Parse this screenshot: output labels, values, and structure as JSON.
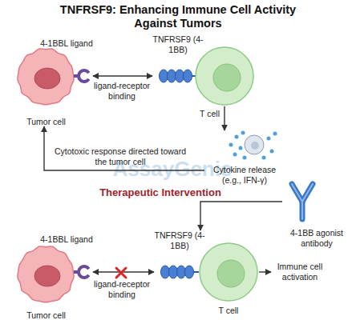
{
  "diagram": {
    "title": "TNFRSF9: Enhancing Immune Cell Activity Against Tumors",
    "nodes": [
      {
        "text": [
          "Tumor cell"
        ]
      },
      {
        "text": [
          "4-1BBL ligand"
        ]
      },
      {
        "text": [
          "TNFRSF9 (4-1BB)"
        ]
      },
      {
        "text": [
          "T cell"
        ]
      },
      {
        "text": [
          "Cytokine release (e.g., IFN-γ)"
        ]
      },
      {
        "text": [
          "4-1BB agonist antibody"
        ]
      },
      {
        "text": [
          "Tumor cell"
        ]
      },
      {
        "text": [
          "4-1BBL ligand"
        ]
      },
      {
        "text": [
          "TNFRSF9 (4-1BB)"
        ]
      },
      {
        "text": [
          "T cell"
        ]
      },
      {
        "text": [
          "Immune cell activation"
        ]
      }
    ],
    "edges": [
      {
        "from": 1,
        "to": 2,
        "label": "ligand-receptor binding",
        "arrow": "both"
      },
      {
        "from": 3,
        "to": 4,
        "arrow": "to"
      },
      {
        "from": 4,
        "to": 0,
        "label": "Cytotoxic response directed toward the tumor cell",
        "arrow": "to"
      },
      {
        "from": 5,
        "to": 8,
        "arrow": "to"
      },
      {
        "from": 7,
        "to": 8,
        "label": "ligand-receptor binding",
        "arrow": "both"
      },
      {
        "from": 9,
        "to": 10,
        "arrow": "to"
      }
    ],
    "labels": [
      "Therapeutic Intervention",
      "AssayGenie"
    ]
  }
}
